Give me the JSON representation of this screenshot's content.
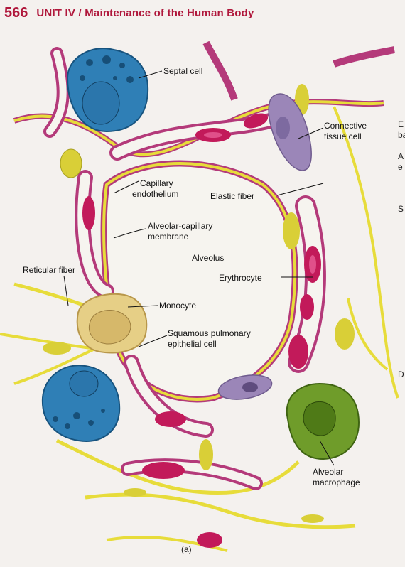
{
  "header": {
    "page_number": "566",
    "unit_title": "UNIT IV / Maintenance of the Human Body"
  },
  "labels": {
    "septal_cell": "Septal cell",
    "connective_tissue_cell_1": "Connective",
    "connective_tissue_cell_2": "tissue cell",
    "capillary_endothelium_1": "Capillary",
    "capillary_endothelium_2": "endothelium",
    "elastic_fiber": "Elastic fiber",
    "alveolar_capillary_membrane_1": "Alveolar-capillary",
    "alveolar_capillary_membrane_2": "membrane",
    "alveolus": "Alveolus",
    "reticular_fiber": "Reticular fiber",
    "erythrocyte": "Erythrocyte",
    "monocyte": "Monocyte",
    "squamous_1": "Squamous pulmonary",
    "squamous_2": "epithelial cell",
    "alveolar_macrophage_1": "Alveolar",
    "alveolar_macrophage_2": "macrophage",
    "figure_part": "(a)"
  },
  "edge_letters": [
    "E",
    "ba",
    "A",
    "e",
    "S",
    "D"
  ],
  "colors": {
    "header_red": "#b0183c",
    "capillary_wall": "#b43a7a",
    "erythrocyte": "#c21a5a",
    "epithelium_yellow": "#e7dc3a",
    "septal_blue": "#2f7fb6",
    "monocyte_tan": "#e6cf86",
    "macrophage_green": "#6f9c2a",
    "connective_purple": "#9b86b8"
  }
}
